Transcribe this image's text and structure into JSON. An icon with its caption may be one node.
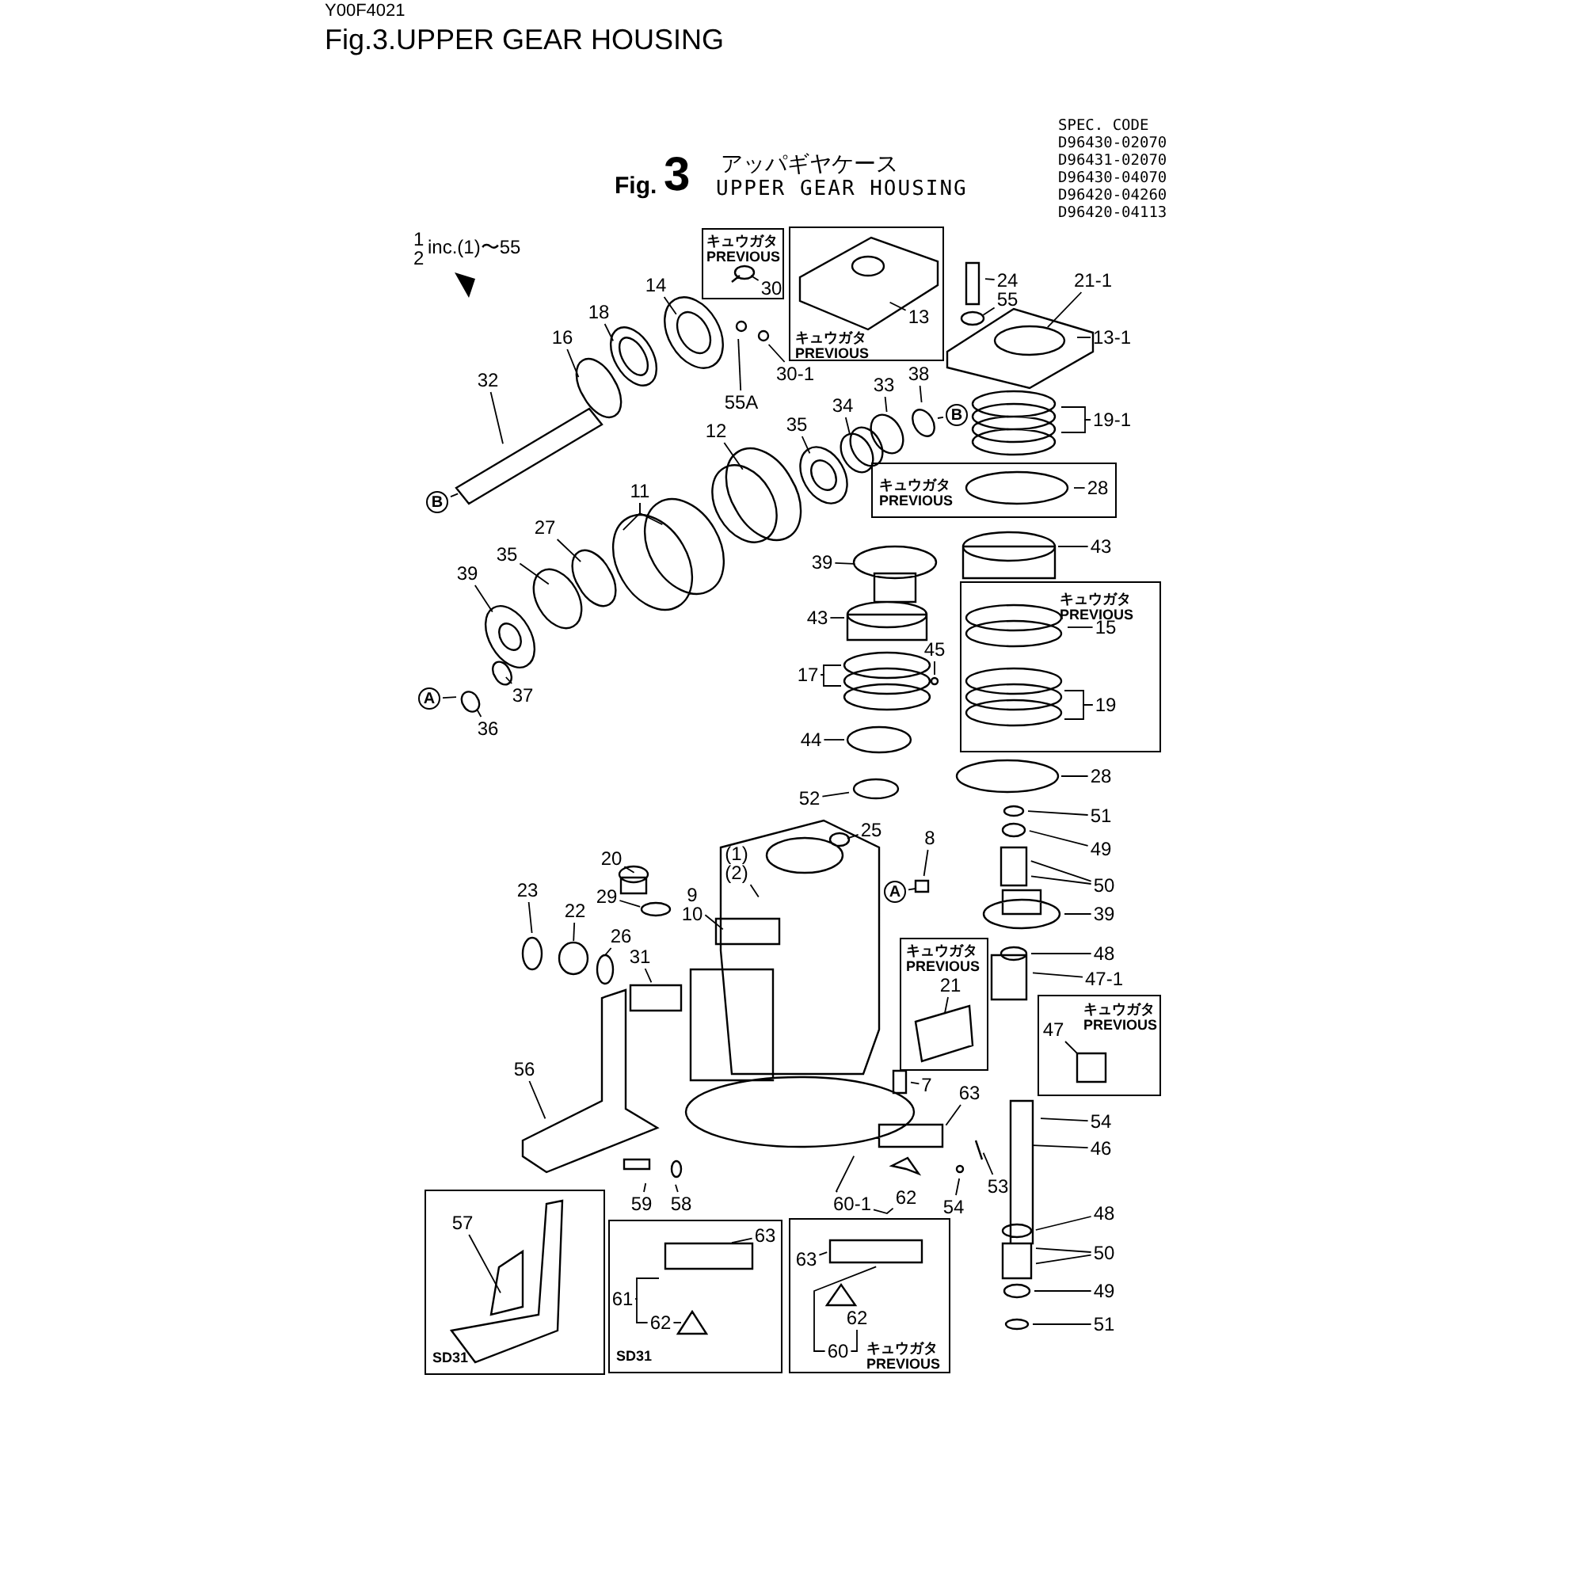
{
  "diagram": {
    "title": "Fig.3.UPPER GEAR HOUSING",
    "nodes": [
      {
        "text": [
          "キュウガタ PREVIOUS"
        ]
      },
      {
        "text": [
          "30"
        ],
        "in": 0
      },
      {
        "text": [
          "キュウガタ PREVIOUS"
        ]
      },
      {
        "text": [
          "13"
        ],
        "in": 2
      },
      {
        "text": [
          "14"
        ]
      },
      {
        "text": [
          "18"
        ]
      },
      {
        "text": [
          "16"
        ]
      },
      {
        "text": [
          "32"
        ]
      },
      {
        "text": [
          "30-1"
        ]
      },
      {
        "text": [
          "55A"
        ]
      },
      {
        "text": [
          "24"
        ]
      },
      {
        "text": [
          "55"
        ]
      },
      {
        "text": [
          "21-1"
        ]
      },
      {
        "text": [
          "13-1"
        ]
      },
      {
        "text": [
          "38"
        ]
      },
      {
        "text": [
          "B"
        ]
      },
      {
        "text": [
          "33"
        ]
      },
      {
        "text": [
          "34"
        ]
      },
      {
        "text": [
          "35"
        ]
      },
      {
        "text": [
          "19-1"
        ]
      },
      {
        "text": [
          "B"
        ]
      },
      {
        "text": [
          "12"
        ]
      },
      {
        "text": [
          "11"
        ]
      },
      {
        "text": [
          "キュウガタ PREVIOUS"
        ]
      },
      {
        "text": [
          "28"
        ],
        "in": 23
      },
      {
        "text": [
          "27"
        ]
      },
      {
        "text": [
          "35"
        ]
      },
      {
        "text": [
          "39"
        ]
      },
      {
        "text": [
          "43"
        ]
      },
      {
        "text": [
          "39"
        ]
      },
      {
        "text": [
          "キュウガタ PREVIOUS"
        ]
      },
      {
        "text": [
          "15"
        ],
        "in": 30
      },
      {
        "text": [
          "43"
        ]
      },
      {
        "text": [
          "45"
        ]
      },
      {
        "text": [
          "17"
        ]
      },
      {
        "text": [
          "19"
        ],
        "in": 30
      },
      {
        "text": [
          "A"
        ]
      },
      {
        "text": [
          "37"
        ]
      },
      {
        "text": [
          "36"
        ]
      },
      {
        "text": [
          "44"
        ]
      },
      {
        "text": [
          "28"
        ]
      },
      {
        "text": [
          "52"
        ]
      },
      {
        "text": [
          "51"
        ]
      },
      {
        "text": [
          "25"
        ]
      },
      {
        "text": [
          "49"
        ]
      },
      {
        "text": [
          "(1) (2)"
        ]
      },
      {
        "text": [
          "8"
        ]
      },
      {
        "text": [
          "20"
        ]
      },
      {
        "text": [
          "50"
        ]
      },
      {
        "text": [
          "A"
        ]
      },
      {
        "text": [
          "9 10"
        ]
      },
      {
        "text": [
          "29"
        ]
      },
      {
        "text": [
          "23"
        ]
      },
      {
        "text": [
          "22"
        ]
      },
      {
        "text": [
          "39"
        ]
      },
      {
        "text": [
          "26"
        ]
      },
      {
        "text": [
          "キュウガタ PREVIOUS"
        ]
      },
      {
        "text": [
          "21"
        ],
        "in": 56
      },
      {
        "text": [
          "48"
        ]
      },
      {
        "text": [
          "31"
        ]
      },
      {
        "text": [
          "47-1"
        ]
      },
      {
        "text": [
          "キュウガタ PREVIOUS"
        ]
      },
      {
        "text": [
          "47"
        ],
        "in": 61
      },
      {
        "text": [
          "56"
        ]
      },
      {
        "text": [
          "7"
        ]
      },
      {
        "text": [
          "63"
        ]
      },
      {
        "text": [
          "54"
        ]
      },
      {
        "text": [
          "46"
        ]
      },
      {
        "text": [
          "53"
        ]
      },
      {
        "text": [
          "54"
        ]
      },
      {
        "text": [
          "59"
        ]
      },
      {
        "text": [
          "58"
        ]
      },
      {
        "text": [
          "62"
        ]
      },
      {
        "text": [
          "60-1"
        ]
      },
      {
        "text": [
          "SD31"
        ]
      },
      {
        "text": [
          "57"
        ],
        "in": 74
      },
      {
        "text": [
          "SD31"
        ]
      },
      {
        "text": [
          "63"
        ],
        "in": 76
      },
      {
        "text": [
          "キュウガタ PREVIOUS"
        ]
      },
      {
        "text": [
          "48"
        ]
      },
      {
        "text": [
          "63"
        ],
        "in": 78
      },
      {
        "text": [
          "50"
        ]
      },
      {
        "text": [
          "61"
        ],
        "in": 76
      },
      {
        "text": [
          "62"
        ],
        "in": 76
      },
      {
        "text": [
          "62"
        ],
        "in": 78
      },
      {
        "text": [
          "49"
        ]
      },
      {
        "text": [
          "51"
        ]
      },
      {
        "text": [
          "60"
        ],
        "in": 78
      }
    ],
    "edges": [
      {
        "from": 1,
        "to": null,
        "arrow": "none"
      },
      {
        "from": 3,
        "to": null,
        "arrow": "none"
      },
      {
        "from": 4,
        "to": null,
        "arrow": "none"
      },
      {
        "from": 5,
        "to": null,
        "arrow": "none"
      },
      {
        "from": 6,
        "to": null,
        "arrow": "none"
      },
      {
        "from": 7,
        "to": null,
        "arrow": "none"
      },
      {
        "from": 8,
        "to": null,
        "arrow": "none"
      },
      {
        "from": 9,
        "to": null,
        "arrow": "none"
      },
      {
        "from": 10,
        "to": null,
        "arrow": "none"
      },
      {
        "from": 11,
        "to": null,
        "arrow": "none"
      },
      {
        "from": 12,
        "to": null,
        "arrow": "none"
      },
      {
        "from": 13,
        "to": null,
        "arrow": "none"
      },
      {
        "from": 14,
        "to": null,
        "arrow": "none"
      },
      {
        "from": 15,
        "to": null,
        "arrow": "none"
      },
      {
        "from": 16,
        "to": null,
        "arrow": "none"
      },
      {
        "from": 17,
        "to": null,
        "arrow": "none"
      },
      {
        "from": 18,
        "to": null,
        "arrow": "none"
      },
      {
        "from": 19,
        "to": null,
        "arrow": "none"
      },
      {
        "from": 19,
        "to": null,
        "arrow": "none"
      },
      {
        "from": 20,
        "to": null,
        "arrow": "none"
      },
      {
        "from": 21,
        "to": null,
        "arrow": "none"
      },
      {
        "from": 22,
        "to": null,
        "arrow": "none"
      },
      {
        "from": 22,
        "to": null,
        "arrow": "none"
      },
      {
        "from": 24,
        "to": null,
        "arrow": "none"
      },
      {
        "from": 25,
        "to": null,
        "arrow": "none"
      },
      {
        "from": 26,
        "to": null,
        "arrow": "none"
      },
      {
        "from": 27,
        "to": null,
        "arrow": "none"
      },
      {
        "from": 28,
        "to": null,
        "arrow": "none"
      },
      {
        "from": 29,
        "to": null,
        "arrow": "none"
      },
      {
        "from": 31,
        "to": null,
        "arrow": "none"
      },
      {
        "from": 32,
        "to": null,
        "arrow": "none"
      },
      {
        "from": 33,
        "to": null,
        "arrow": "none"
      },
      {
        "from": 34,
        "to": null,
        "arrow": "none"
      },
      {
        "from": 34,
        "to": null,
        "arrow": "none"
      },
      {
        "from": 35,
        "to": null,
        "arrow": "none"
      },
      {
        "from": 35,
        "to": null,
        "arrow": "none"
      },
      {
        "from": 36,
        "to": null,
        "arrow": "none"
      },
      {
        "from": 37,
        "to": null,
        "arrow": "none"
      },
      {
        "from": 38,
        "to": null,
        "arrow": "none"
      },
      {
        "from": 39,
        "to": null,
        "arrow": "none"
      },
      {
        "from": 40,
        "to": null,
        "arrow": "none"
      },
      {
        "from": 41,
        "to": null,
        "arrow": "none"
      },
      {
        "from": 42,
        "to": null,
        "arrow": "none"
      },
      {
        "from": 43,
        "to": null,
        "arrow": "none"
      },
      {
        "from": 44,
        "to": null,
        "arrow": "none"
      },
      {
        "from": 45,
        "to": null,
        "arrow": "none"
      },
      {
        "from": 46,
        "to": null,
        "arrow": "none"
      },
      {
        "from": 47,
        "to": null,
        "arrow": "none"
      },
      {
        "from": 48,
        "to": null,
        "arrow": "none"
      },
      {
        "from": 48,
        "to": null,
        "arrow": "none"
      },
      {
        "from": 49,
        "to": null,
        "arrow": "none"
      },
      {
        "from": 50,
        "to": null,
        "arrow": "none"
      },
      {
        "from": 51,
        "to": null,
        "arrow": "none"
      },
      {
        "from": 52,
        "to": null,
        "arrow": "none"
      },
      {
        "from": 53,
        "to": null,
        "arrow": "none"
      },
      {
        "from": 54,
        "to": null,
        "arrow": "none"
      },
      {
        "from": 55,
        "to": null,
        "arrow": "none"
      },
      {
        "from": 57,
        "to": null,
        "arrow": "none"
      },
      {
        "from": 58,
        "to": null,
        "arrow": "none"
      },
      {
        "from": 59,
        "to": null,
        "arrow": "none"
      },
      {
        "from": 60,
        "to": null,
        "arrow": "none"
      },
      {
        "from": 62,
        "to": null,
        "arrow": "none"
      },
      {
        "from": 63,
        "to": null,
        "arrow": "none"
      },
      {
        "from": 64,
        "to": null,
        "arrow": "none"
      },
      {
        "from": 65,
        "to": null,
        "arrow": "none"
      },
      {
        "from": 66,
        "to": null,
        "arrow": "none"
      },
      {
        "from": 67,
        "to": null,
        "arrow": "none"
      },
      {
        "from": 68,
        "to": null,
        "arrow": "none"
      },
      {
        "from": 69,
        "to": null,
        "arrow": "none"
      },
      {
        "from": 70,
        "to": null,
        "arrow": "none"
      },
      {
        "from": 71,
        "to": null,
        "arrow": "none"
      },
      {
        "from": 73,
        "to": null,
        "arrow": "none"
      },
      {
        "from": 73,
        "to": 72,
        "arrow": "none"
      },
      {
        "from": 75,
        "to": null,
        "arrow": "none"
      },
      {
        "from": 77,
        "to": null,
        "arrow": "none"
      },
      {
        "from": 79,
        "to": null,
        "arrow": "none"
      },
      {
        "from": 80,
        "to": null,
        "arrow": "none"
      },
      {
        "from": 81,
        "to": null,
        "arrow": "none"
      },
      {
        "from": 81,
        "to": null,
        "arrow": "none"
      },
      {
        "from": 82,
        "to": null,
        "arrow": "none"
      },
      {
        "from": 82,
        "to": 83,
        "arrow": "none"
      },
      {
        "from": 83,
        "to": null,
        "arrow": "none"
      },
      {
        "from": 85,
        "to": null,
        "arrow": "none"
      },
      {
        "from": 86,
        "to": null,
        "arrow": "none"
      },
      {
        "from": 87,
        "to": null,
        "arrow": "none"
      },
      {
        "from": 87,
        "to": 84,
        "arrow": "none"
      }
    ],
    "labels": [
      "Y00F4021",
      "Fig.",
      "3",
      "アッパギヤケース",
      "UPPER GEAR HOUSING",
      "SPEC. CODE",
      "D96430-02070",
      "D96431-02070",
      "D96430-04070",
      "D96420-04260",
      "D96420-04113",
      "1",
      "2",
      "inc.(1)〜55"
    ]
  }
}
